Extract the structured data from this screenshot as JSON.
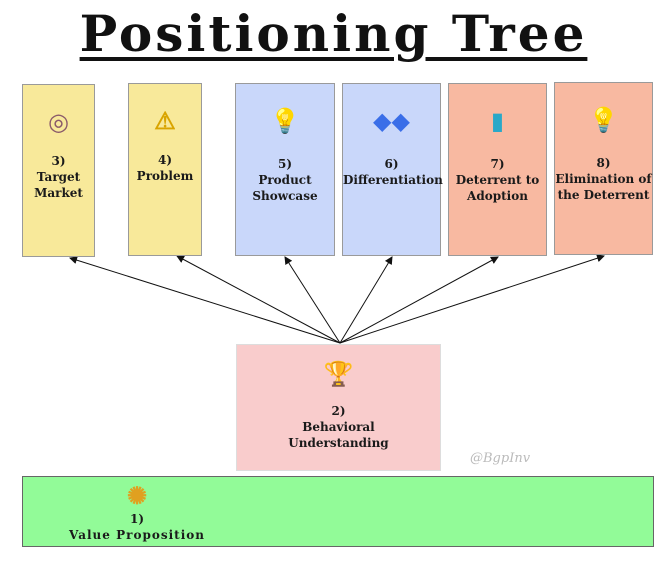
{
  "title": "Positioning Tree",
  "watermark": "@BgpInv",
  "top_boxes": [
    {
      "number": "3)",
      "label": "Target Market",
      "icon": "target-audience-icon",
      "color": "#f8e99a"
    },
    {
      "number": "4)",
      "label": "Problem",
      "icon": "warning-magnifier-icon",
      "color": "#f8e99a"
    },
    {
      "number": "5)",
      "label": "Product Showcase",
      "icon": "new-product-icon",
      "color": "#c9d7fa"
    },
    {
      "number": "6)",
      "label": "Differentiation",
      "icon": "gems-icon",
      "color": "#c9d7fa"
    },
    {
      "number": "7)",
      "label": "Deterrent to Adoption",
      "icon": "spray-bottle-icon",
      "color": "#f8b9a1"
    },
    {
      "number": "8)",
      "label": "Elimination of the Deterrent",
      "icon": "hand-lightbulb-icon",
      "color": "#f8b9a1"
    }
  ],
  "middle_box": {
    "number": "2)",
    "label": "Behavioral Understanding",
    "icon": "analytics-trophy-icon",
    "color": "#f9cccc"
  },
  "bottom_box": {
    "number": "1)",
    "label": "Value Proposition",
    "icon": "hands-gem-icon",
    "color": "#92fb98"
  }
}
